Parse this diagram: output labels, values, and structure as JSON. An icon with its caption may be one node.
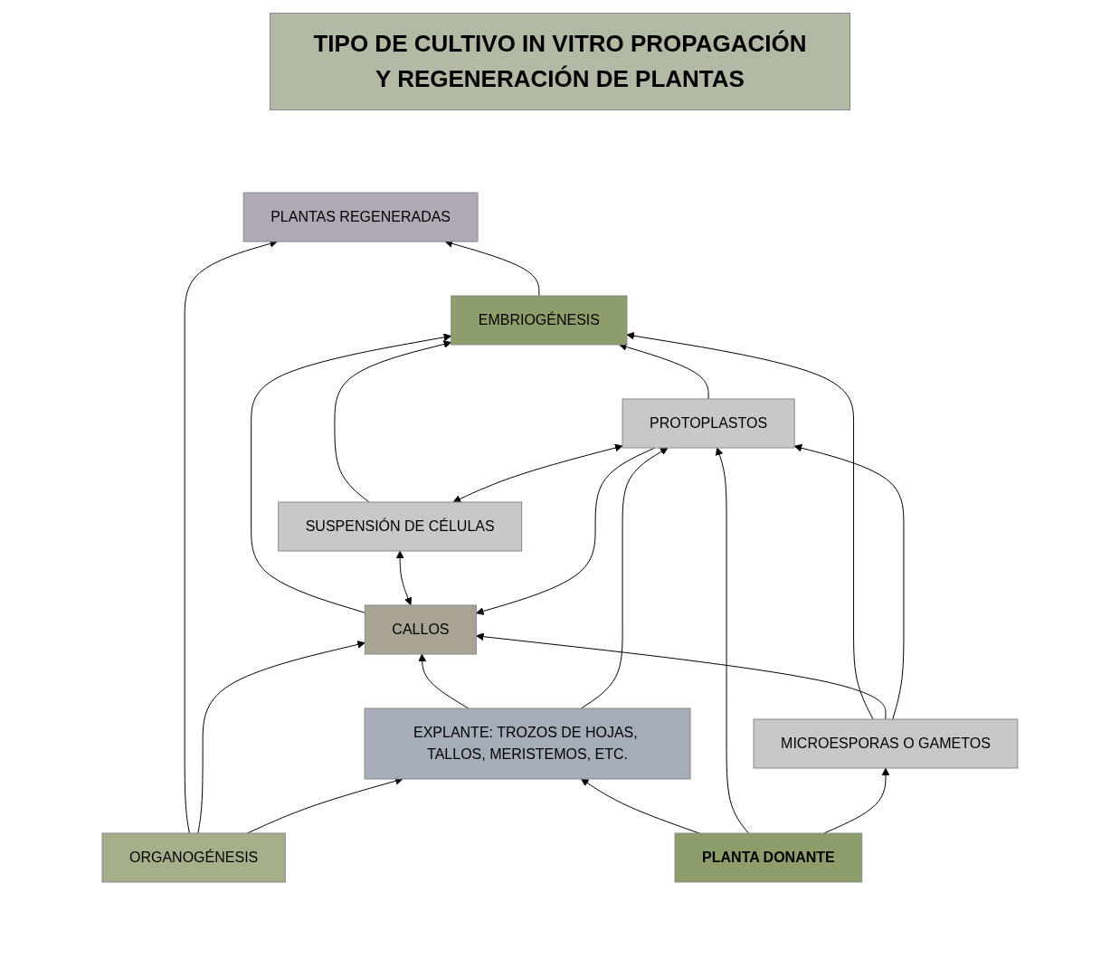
{
  "diagram": {
    "title": "TIPO DE CULTIVO IN VITRO PROPAGACIÓN  Y REGENERACIÓN DE PLANTAS",
    "nodes": [
      {
        "text": [
          "PLANTAS REGENERADAS"
        ]
      },
      {
        "text": [
          "ORGANOGÉNESIS"
        ]
      },
      {
        "text": [
          "EMBRIOGÉNESIS"
        ]
      },
      {
        "text": [
          "SUSPENSIÓN DE CÉLULAS"
        ]
      },
      {
        "text": [
          "CALLOS"
        ]
      },
      {
        "text": [
          "PROTOPLASTOS"
        ]
      },
      {
        "text": [
          "MICROESPORAS O  GAMETOS"
        ]
      },
      {
        "text": [
          "EXPLANTE: TROZOS DE HOJAS, TALLOS, MERISTEMOS, ETC."
        ]
      },
      {
        "text": [
          "PLANTA DONANTE"
        ]
      }
    ],
    "edges": [
      {
        "from": 1,
        "to": 0,
        "arrow": "to"
      },
      {
        "from": 2,
        "to": 0,
        "arrow": "to"
      },
      {
        "from": 1,
        "to": 4,
        "arrow": "to"
      },
      {
        "from": 1,
        "to": 7,
        "arrow": "to"
      },
      {
        "from": 4,
        "to": 2,
        "arrow": "to"
      },
      {
        "from": 3,
        "to": 2,
        "arrow": "to"
      },
      {
        "from": 5,
        "to": 2,
        "arrow": "to"
      },
      {
        "from": 6,
        "to": 2,
        "arrow": "to"
      },
      {
        "from": 4,
        "to": 3,
        "arrow": "both"
      },
      {
        "from": 3,
        "to": 5,
        "arrow": "both"
      },
      {
        "from": 6,
        "to": 4,
        "arrow": "to"
      },
      {
        "from": 5,
        "to": 4,
        "arrow": "to"
      },
      {
        "from": 6,
        "to": 5,
        "arrow": "to"
      },
      {
        "from": 7,
        "to": 4,
        "arrow": "to"
      },
      {
        "from": 7,
        "to": 5,
        "arrow": "to"
      },
      {
        "from": 8,
        "to": 7,
        "arrow": "to"
      },
      {
        "from": 8,
        "to": 5,
        "arrow": "to"
      },
      {
        "from": 8,
        "to": 6,
        "arrow": "to"
      }
    ]
  }
}
